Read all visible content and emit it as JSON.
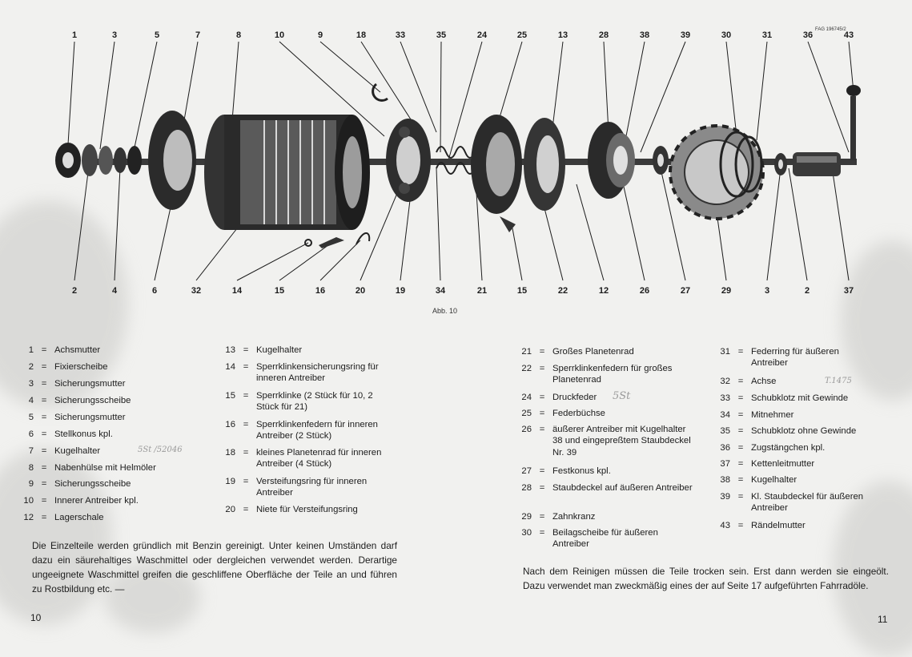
{
  "figure": {
    "code": "FAG 196745/2",
    "caption": "Abb. 10",
    "top_labels": [
      "1",
      "3",
      "5",
      "7",
      "8",
      "10",
      "9",
      "18",
      "33",
      "35",
      "24",
      "25",
      "13",
      "28",
      "38",
      "39",
      "30",
      "31",
      "36",
      "43"
    ],
    "bottom_labels": [
      "2",
      "4",
      "6",
      "32",
      "14",
      "15",
      "16",
      "20",
      "19",
      "34",
      "21",
      "15",
      "22",
      "12",
      "26",
      "27",
      "29",
      "3",
      "2",
      "37"
    ]
  },
  "legend": {
    "col1": [
      {
        "n": "1",
        "t": "Achsmutter"
      },
      {
        "n": "2",
        "t": "Fixierscheibe"
      },
      {
        "n": "3",
        "t": "Sicherungsmutter"
      },
      {
        "n": "4",
        "t": "Sicherungsscheibe"
      },
      {
        "n": "5",
        "t": "Sicherungsmutter"
      },
      {
        "n": "6",
        "t": "Stellkonus kpl."
      },
      {
        "n": "7",
        "t": "Kugelhalter"
      },
      {
        "n": "8",
        "t": "Nabenhülse mit Helmöler"
      },
      {
        "n": "9",
        "t": "Sicherungsscheibe"
      },
      {
        "n": "10",
        "t": "Innerer Antreiber kpl."
      },
      {
        "n": "12",
        "t": "Lagerschale"
      }
    ],
    "col2": [
      {
        "n": "13",
        "t": "Kugelhalter"
      },
      {
        "n": "14",
        "t": "Sperrklinkensicherungsring für inneren Antreiber"
      },
      {
        "n": "15",
        "t": "Sperrklinke (2 Stück für 10, 2 Stück für 21)"
      },
      {
        "n": "16",
        "t": "Sperrklinkenfedern für inneren Antreiber (2 Stück)"
      },
      {
        "n": "18",
        "t": "kleines Planetenrad für inneren Antreiber (4 Stück)"
      },
      {
        "n": "19",
        "t": "Versteifungsring für inneren Antreiber"
      },
      {
        "n": "20",
        "t": "Niete für Versteifungsring"
      }
    ],
    "col3": [
      {
        "n": "21",
        "t": "Großes Planetenrad"
      },
      {
        "n": "22",
        "t": "Sperrklinkenfedern für großes Planetenrad"
      },
      {
        "n": "24",
        "t": "Druckfeder"
      },
      {
        "n": "25",
        "t": "Federbüchse"
      },
      {
        "n": "26",
        "t": "äußerer Antreiber mit Kugelhalter 38 und eingepreßtem Staubdeckel Nr. 39"
      },
      {
        "n": "27",
        "t": "Festkonus kpl."
      },
      {
        "n": "28",
        "t": "Staubdeckel auf äußeren Antreiber"
      },
      {
        "n": "29",
        "t": "Zahnkranz"
      },
      {
        "n": "30",
        "t": "Beilagscheibe für äußeren Antreiber"
      }
    ],
    "col4": [
      {
        "n": "31",
        "t": "Federring für äußeren Antreiber"
      },
      {
        "n": "32",
        "t": "Achse"
      },
      {
        "n": "33",
        "t": "Schubklotz mit Gewinde"
      },
      {
        "n": "34",
        "t": "Mitnehmer"
      },
      {
        "n": "35",
        "t": "Schubklotz ohne Gewinde"
      },
      {
        "n": "36",
        "t": "Zugstängchen kpl."
      },
      {
        "n": "37",
        "t": "Kettenleitmutter"
      },
      {
        "n": "38",
        "t": "Kugelhalter"
      },
      {
        "n": "39",
        "t": "Kl. Staubdeckel für äußeren Antreiber"
      },
      {
        "n": "43",
        "t": "Rändelmutter"
      }
    ]
  },
  "paragraphs": {
    "left": "Die Einzelteile werden gründlich mit Benzin gereinigt. Unter keinen Umständen darf dazu ein säurehaltiges Waschmittel oder dergleichen verwendet werden. Derartige ungeeignete Waschmittel greifen die geschliffene Oberfläche der Teile an und führen zu Rostbildung etc. —",
    "right": "Nach dem Reinigen müssen die Teile trocken sein. Erst dann werden sie eingeölt. Dazu verwendet man zweckmäßig eines der auf Seite 17 aufgeführten Fahrradöle."
  },
  "page_numbers": {
    "left": "10",
    "right": "11"
  },
  "handwritten": {
    "note1": "5St /52046",
    "note2": "5St",
    "note3": "T.1475"
  }
}
